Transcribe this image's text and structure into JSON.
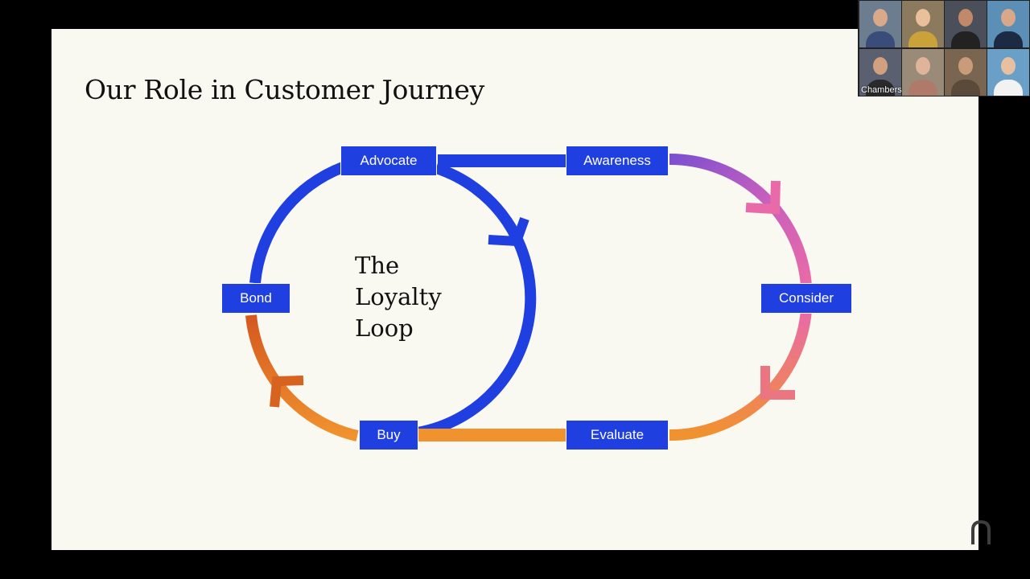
{
  "slide": {
    "title": "Our Role in Customer Journey",
    "center_label": [
      "The",
      "Loyalty",
      "Loop"
    ],
    "stages": {
      "advocate": "Advocate",
      "awareness": "Awareness",
      "consider": "Consider",
      "evaluate": "Evaluate",
      "buy": "Buy",
      "bond": "Bond"
    },
    "colors": {
      "stage_fill": "#1f3fe0",
      "loyalty_blue": "#1f3fe0",
      "journey_purple": "#7d4fd0",
      "journey_pink": "#e96aa8",
      "journey_orange": "#f0922e",
      "bond_rust": "#d4571f"
    }
  },
  "video_panel": {
    "active_speaker_label": "Chambers",
    "tiles": [
      {
        "name": "participant-1",
        "bg": "#6b7d8f",
        "skin": "#d9a98a",
        "shirt": "#3a4d7a"
      },
      {
        "name": "participant-2",
        "bg": "#8c7a5e",
        "skin": "#e8c09a",
        "shirt": "#c9a23a"
      },
      {
        "name": "participant-3",
        "bg": "#4a4f5a",
        "skin": "#c08a6a",
        "shirt": "#222222"
      },
      {
        "name": "participant-4",
        "bg": "#5b8fb5",
        "skin": "#d8a888",
        "shirt": "#1c2a44"
      },
      {
        "name": "participant-5",
        "bg": "#5a6070",
        "skin": "#d0a080",
        "shirt": "#2a2a2a"
      },
      {
        "name": "participant-6",
        "bg": "#9a8a78",
        "skin": "#e0b49a",
        "shirt": "#b07a6a"
      },
      {
        "name": "participant-7",
        "bg": "#7a6650",
        "skin": "#c89c78",
        "shirt": "#5a4a3a"
      },
      {
        "name": "participant-8",
        "bg": "#6aa0c8",
        "skin": "#e6c0a0",
        "shirt": "#f2f2f2"
      }
    ]
  }
}
